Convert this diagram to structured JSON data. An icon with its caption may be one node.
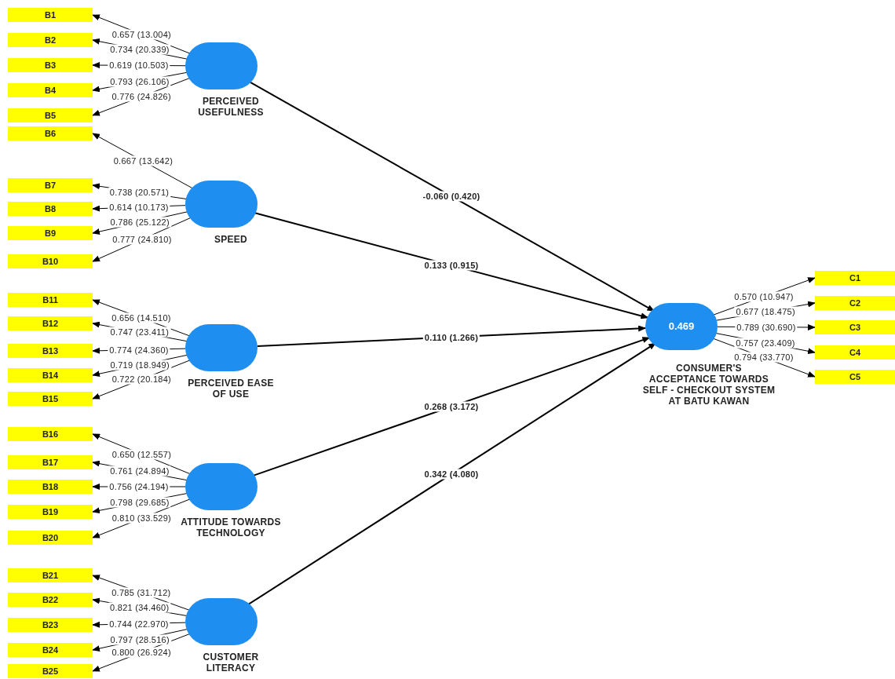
{
  "diagram": {
    "nodes": [
      {
        "text": [
          "B1"
        ]
      },
      {
        "text": [
          "B2"
        ]
      },
      {
        "text": [
          "B3"
        ]
      },
      {
        "text": [
          "B4"
        ]
      },
      {
        "text": [
          "B5"
        ]
      },
      {
        "text": [
          "PERCEIVED USEFULNESS"
        ]
      },
      {
        "text": [
          "B6"
        ]
      },
      {
        "text": [
          "B7"
        ]
      },
      {
        "text": [
          "B8"
        ]
      },
      {
        "text": [
          "B9"
        ]
      },
      {
        "text": [
          "B10"
        ]
      },
      {
        "text": [
          "SPEED"
        ]
      },
      {
        "text": [
          "B11"
        ]
      },
      {
        "text": [
          "B12"
        ]
      },
      {
        "text": [
          "B13"
        ]
      },
      {
        "text": [
          "B14"
        ]
      },
      {
        "text": [
          "B15"
        ]
      },
      {
        "text": [
          "PERCEIVED EASE OF USE"
        ]
      },
      {
        "text": [
          "B16"
        ]
      },
      {
        "text": [
          "B17"
        ]
      },
      {
        "text": [
          "B18"
        ]
      },
      {
        "text": [
          "B19"
        ]
      },
      {
        "text": [
          "B20"
        ]
      },
      {
        "text": [
          "ATTITUDE TOWARDS TECHNOLOGY"
        ]
      },
      {
        "text": [
          "B21"
        ]
      },
      {
        "text": [
          "B22"
        ]
      },
      {
        "text": [
          "B23"
        ]
      },
      {
        "text": [
          "B24"
        ]
      },
      {
        "text": [
          "B25"
        ]
      },
      {
        "text": [
          "CUSTOMER LITERACY"
        ]
      },
      {
        "text": [
          "0.469",
          "CONSUMER'S ACCEPTANCE TOWARDS SELF - CHECKOUT SYSTEM AT BATU KAWAN"
        ]
      },
      {
        "text": [
          "C1"
        ]
      },
      {
        "text": [
          "C2"
        ]
      },
      {
        "text": [
          "C3"
        ]
      },
      {
        "text": [
          "C4"
        ]
      },
      {
        "text": [
          "C5"
        ]
      }
    ],
    "edges": [
      {
        "from": 5,
        "to": 0,
        "arrow": "to",
        "label": "0.657 (13.004)"
      },
      {
        "from": 5,
        "to": 1,
        "arrow": "to",
        "label": "0.734 (20.339)"
      },
      {
        "from": 5,
        "to": 2,
        "arrow": "to",
        "label": "0.619 (10.503)"
      },
      {
        "from": 5,
        "to": 3,
        "arrow": "to",
        "label": "0.793 (26.106)"
      },
      {
        "from": 5,
        "to": 4,
        "arrow": "to",
        "label": "0.776 (24.826)"
      },
      {
        "from": 11,
        "to": 6,
        "arrow": "to",
        "label": "0.667 (13.642)"
      },
      {
        "from": 11,
        "to": 7,
        "arrow": "to",
        "label": "0.738 (20.571)"
      },
      {
        "from": 11,
        "to": 8,
        "arrow": "to",
        "label": "0.614 (10.173)"
      },
      {
        "from": 11,
        "to": 9,
        "arrow": "to",
        "label": "0.786 (25.122)"
      },
      {
        "from": 11,
        "to": 10,
        "arrow": "to",
        "label": "0.777 (24.810)"
      },
      {
        "from": 17,
        "to": 12,
        "arrow": "to",
        "label": "0.656 (14.510)"
      },
      {
        "from": 17,
        "to": 13,
        "arrow": "to",
        "label": "0.747 (23.411)"
      },
      {
        "from": 17,
        "to": 14,
        "arrow": "to",
        "label": "0.774 (24.360)"
      },
      {
        "from": 17,
        "to": 15,
        "arrow": "to",
        "label": "0.719 (18.949)"
      },
      {
        "from": 17,
        "to": 16,
        "arrow": "to",
        "label": "0.722 (20.184)"
      },
      {
        "from": 23,
        "to": 18,
        "arrow": "to",
        "label": "0.650 (12.557)"
      },
      {
        "from": 23,
        "to": 19,
        "arrow": "to",
        "label": "0.761 (24.894)"
      },
      {
        "from": 23,
        "to": 20,
        "arrow": "to",
        "label": "0.756 (24.194)"
      },
      {
        "from": 23,
        "to": 21,
        "arrow": "to",
        "label": "0.798 (29.685)"
      },
      {
        "from": 23,
        "to": 22,
        "arrow": "to",
        "label": "0.810 (33.529)"
      },
      {
        "from": 29,
        "to": 24,
        "arrow": "to",
        "label": "0.785 (31.712)"
      },
      {
        "from": 29,
        "to": 25,
        "arrow": "to",
        "label": "0.821 (34.460)"
      },
      {
        "from": 29,
        "to": 26,
        "arrow": "to",
        "label": "0.744 (22.970)"
      },
      {
        "from": 29,
        "to": 27,
        "arrow": "to",
        "label": "0.797 (28.516)"
      },
      {
        "from": 29,
        "to": 28,
        "arrow": "to",
        "label": "0.800 (26.924)"
      },
      {
        "from": 5,
        "to": 30,
        "arrow": "to",
        "label": "-0.060 (0.420)"
      },
      {
        "from": 11,
        "to": 30,
        "arrow": "to",
        "label": "0.133 (0.915)"
      },
      {
        "from": 17,
        "to": 30,
        "arrow": "to",
        "label": "0.110 (1.266)"
      },
      {
        "from": 23,
        "to": 30,
        "arrow": "to",
        "label": "0.268 (3.172)"
      },
      {
        "from": 29,
        "to": 30,
        "arrow": "to",
        "label": "0.342 (4.080)"
      },
      {
        "from": 30,
        "to": 31,
        "arrow": "to",
        "label": "0.570 (10.947)"
      },
      {
        "from": 30,
        "to": 32,
        "arrow": "to",
        "label": "0.677 (18.475)"
      },
      {
        "from": 30,
        "to": 33,
        "arrow": "to",
        "label": "0.789 (30.690)"
      },
      {
        "from": 30,
        "to": 34,
        "arrow": "to",
        "label": "0.757 (23.409)"
      },
      {
        "from": 30,
        "to": 35,
        "arrow": "to",
        "label": "0.794 (33.770)"
      }
    ]
  }
}
